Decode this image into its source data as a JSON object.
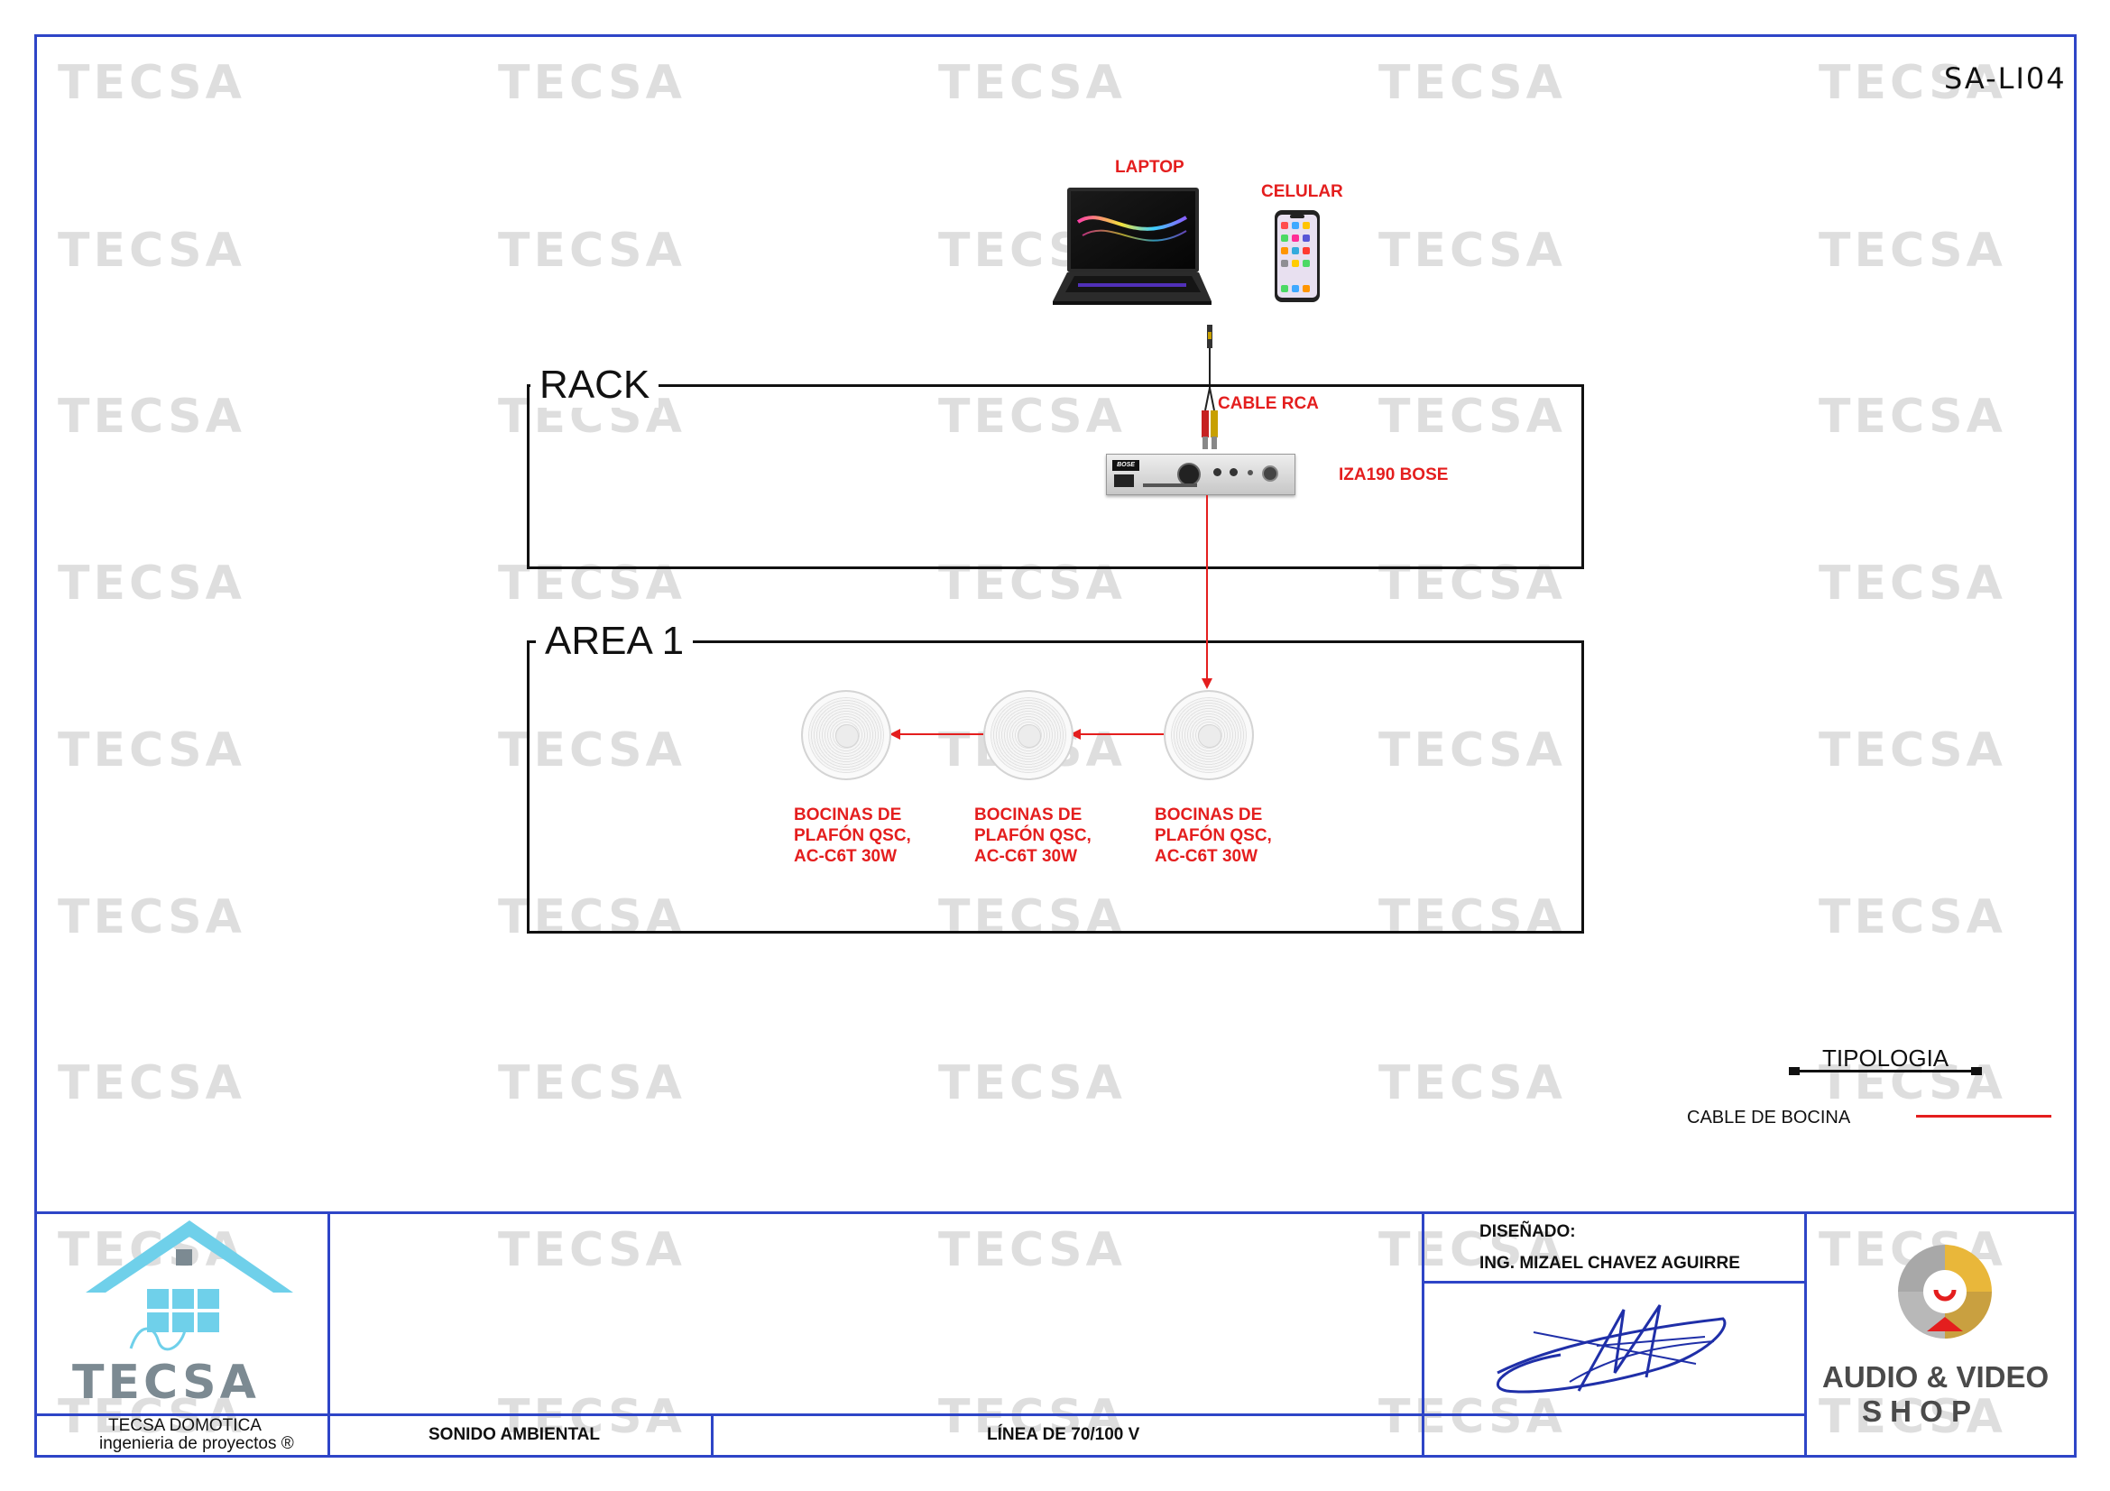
{
  "sheet_code": "SA-LI04",
  "watermark_text": "TECSA",
  "laptop_label": "LAPTOP",
  "phone_label": "CELULAR",
  "rack": {
    "title": "RACK",
    "cable_label": "CABLE RCA",
    "amp_label": "IZA190 BOSE",
    "amp_brand": "BOSE"
  },
  "area": {
    "title": "AREA 1",
    "speakers": [
      {
        "label_lines": [
          "BOCINAS DE",
          "PLAFÓN QSC,",
          "AC-C6T 30W"
        ]
      },
      {
        "label_lines": [
          "BOCINAS DE",
          "PLAFÓN QSC,",
          "AC-C6T 30W"
        ]
      },
      {
        "label_lines": [
          "BOCINAS DE",
          "PLAFÓN QSC,",
          "AC-C6T 30W"
        ]
      }
    ]
  },
  "legend": {
    "title": "TIPOLOGIA",
    "item_label": "CABLE DE BOCINA",
    "item_color": "#e41e1e"
  },
  "title_block": {
    "company_logo_text": "TECSA",
    "company_name": "TECSA DOMOTICA",
    "company_tagline": "ingenieria de proyectos ®",
    "project": "SONIDO AMBIENTAL",
    "line_type": "LÍNEA DE 70/100 V",
    "designed_label": "DISEÑADO:",
    "designer": "ING. MIZAEL CHAVEZ AGUIRRE",
    "shop_logo_line1": "AUDIO & VIDEO",
    "shop_logo_line2": "S H O P"
  },
  "colors": {
    "frame": "#2e45c7",
    "signal": "#e41e1e",
    "watermark": "#dedede"
  }
}
